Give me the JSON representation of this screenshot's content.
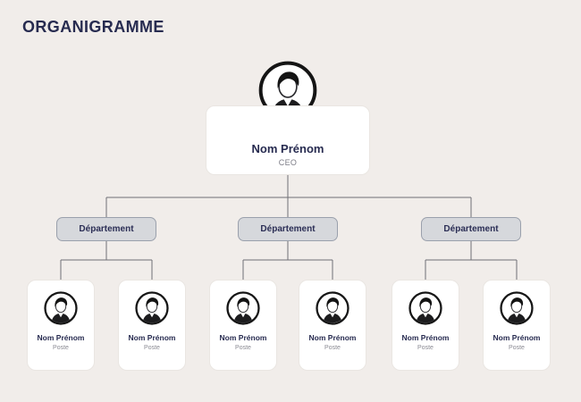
{
  "title": "ORGANIGRAMME",
  "ceo": {
    "name": "Nom Prénom",
    "role": "CEO"
  },
  "departments": [
    {
      "label": "Département",
      "members": [
        {
          "name": "Nom Prénom",
          "role": "Poste"
        },
        {
          "name": "Nom Prénom",
          "role": "Poste"
        }
      ]
    },
    {
      "label": "Département",
      "members": [
        {
          "name": "Nom Prénom",
          "role": "Poste"
        },
        {
          "name": "Nom Prénom",
          "role": "Poste"
        }
      ]
    },
    {
      "label": "Département",
      "members": [
        {
          "name": "Nom Prénom",
          "role": "Poste"
        },
        {
          "name": "Nom Prénom",
          "role": "Poste"
        }
      ]
    }
  ],
  "colors": {
    "background": "#f1edea",
    "accent_navy": "#272b50",
    "card_white": "#ffffff",
    "dept_fill": "#d6d8dc",
    "dept_border": "#9aa0ac",
    "connector_line": "#6f7076",
    "muted_text": "#8a8a93"
  }
}
